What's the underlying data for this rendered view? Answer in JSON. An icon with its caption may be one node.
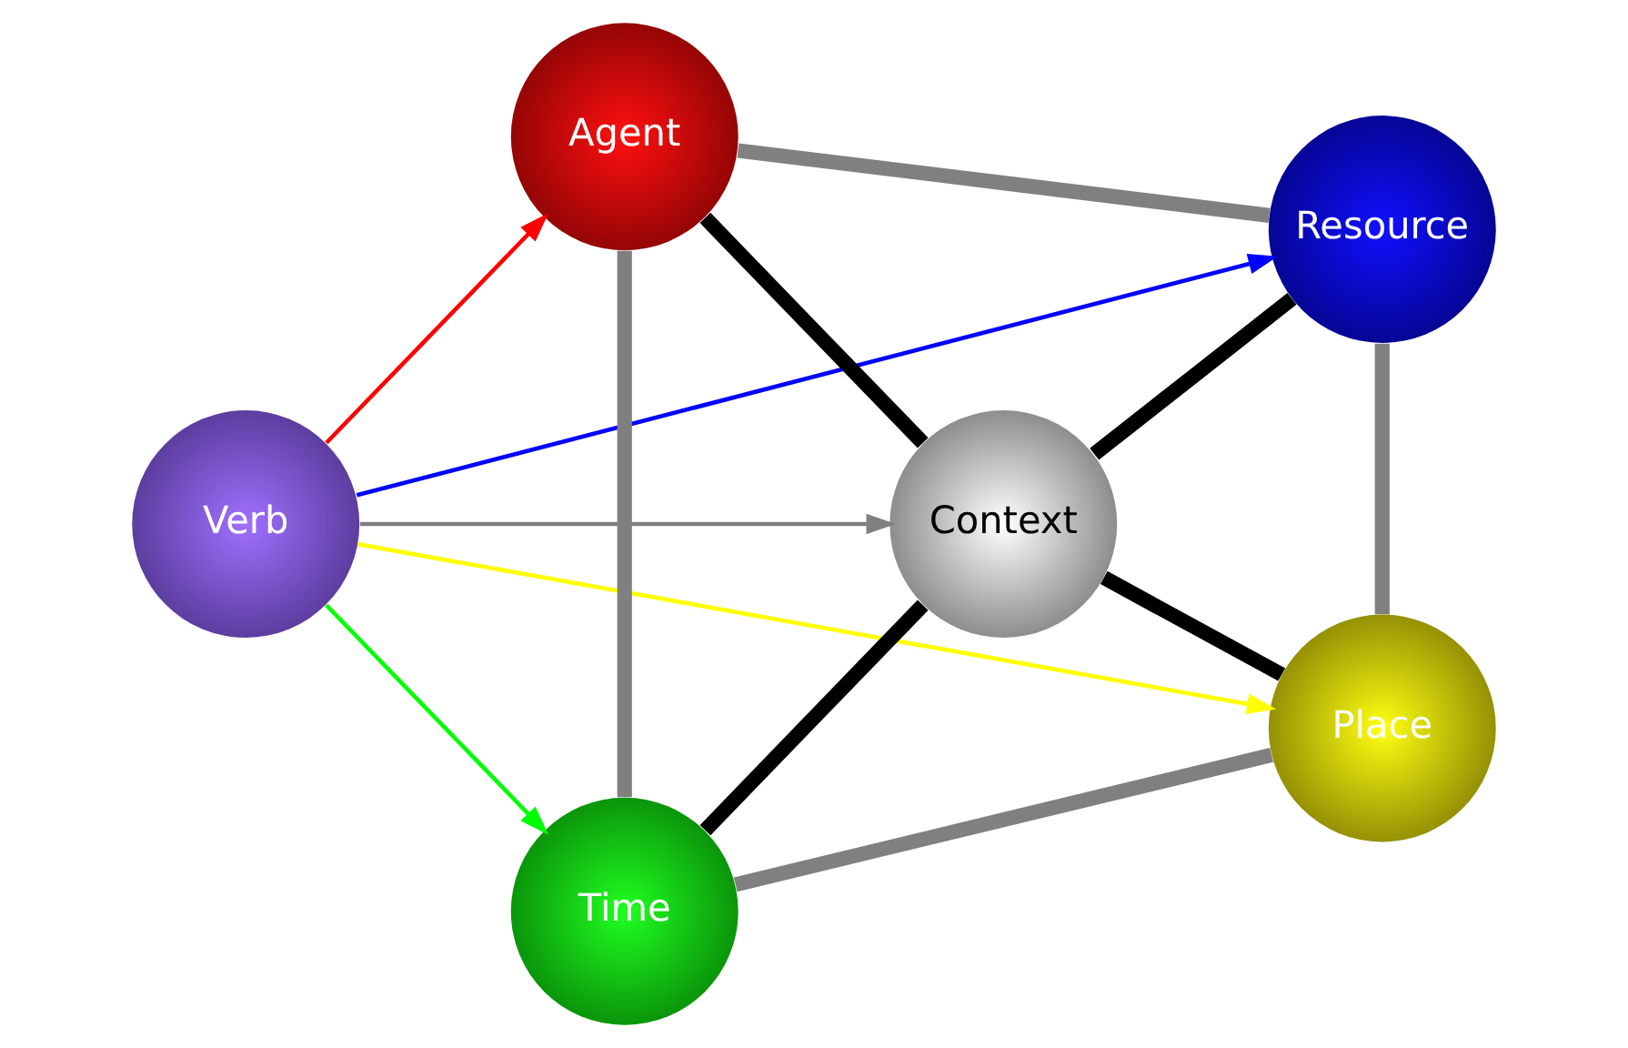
{
  "diagram": {
    "nodes": [
      {
        "text": [
          "Verb"
        ]
      },
      {
        "text": [
          "Agent"
        ]
      },
      {
        "text": [
          "Resource"
        ]
      },
      {
        "text": [
          "Context"
        ]
      },
      {
        "text": [
          "Time"
        ]
      },
      {
        "text": [
          "Place"
        ]
      }
    ],
    "edges": [
      {
        "from": 0,
        "to": 1,
        "arrow": "to",
        "color": "#ff0000"
      },
      {
        "from": 0,
        "to": 2,
        "arrow": "to",
        "color": "#0000ff"
      },
      {
        "from": 0,
        "to": 3,
        "arrow": "to",
        "color": "#808080"
      },
      {
        "from": 0,
        "to": 5,
        "arrow": "to",
        "color": "#ffff00"
      },
      {
        "from": 0,
        "to": 4,
        "arrow": "to",
        "color": "#00ff00"
      },
      {
        "from": 1,
        "to": 2,
        "arrow": "none",
        "color": "#808080"
      },
      {
        "from": 1,
        "to": 4,
        "arrow": "none",
        "color": "#808080"
      },
      {
        "from": 2,
        "to": 5,
        "arrow": "none",
        "color": "#808080"
      },
      {
        "from": 4,
        "to": 5,
        "arrow": "none",
        "color": "#808080"
      },
      {
        "from": 1,
        "to": 3,
        "arrow": "none",
        "color": "#000000"
      },
      {
        "from": 3,
        "to": 2,
        "arrow": "none",
        "color": "#000000"
      },
      {
        "from": 4,
        "to": 3,
        "arrow": "none",
        "color": "#000000"
      },
      {
        "from": 3,
        "to": 5,
        "arrow": "none",
        "color": "#000000"
      }
    ]
  }
}
